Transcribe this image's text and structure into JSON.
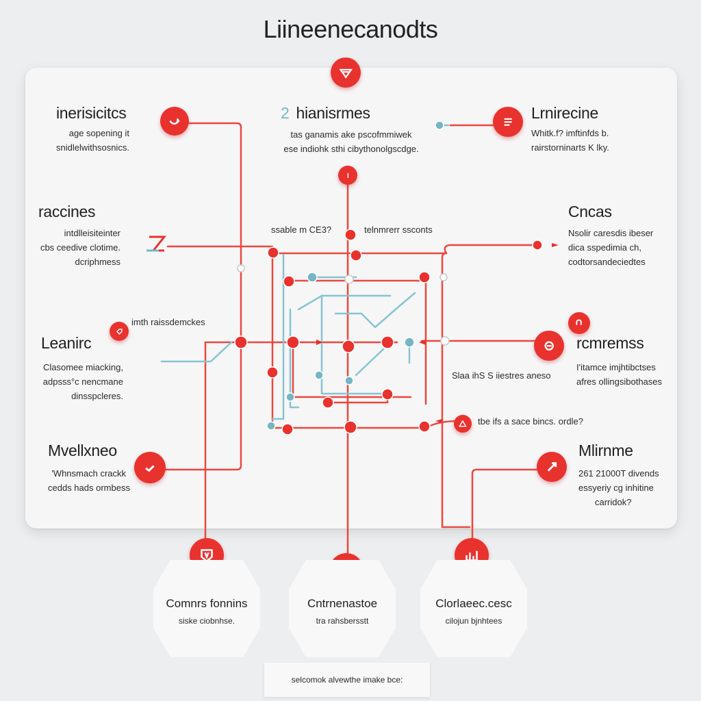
{
  "title": "Liineenecanodts",
  "blocks": {
    "top_left": {
      "heading": "inerisicitcs",
      "lines": [
        "age sopening it",
        "snidlelwithsosnics."
      ]
    },
    "top_center": {
      "number": "2",
      "heading": "hianisrmes",
      "lines": [
        "tas ganamis ake pscofmmiwek",
        "ese indiohk sthi cibythonolgscdge."
      ]
    },
    "top_right": {
      "heading": "Lrnirecine",
      "lines": [
        "Whitk.f? imftinfds b.",
        "rairstorninarts K lky."
      ]
    },
    "mid_left": {
      "heading": "raccines",
      "lines": [
        "intdlleisiteinter",
        "cbs ceedive clotime.",
        "dcriphmess"
      ]
    },
    "mid_right": {
      "heading": "Cncas",
      "lines": [
        "Nsolir caresdis ibeser",
        "dica sspedimia ch,",
        "codtorsandeciedtes"
      ]
    },
    "left3": {
      "heading": "Leanirc",
      "lines": [
        "Clasomee miacking,",
        "adpsss°c nencmane",
        "dinsspcleres."
      ]
    },
    "right3": {
      "heading": "rcmremss",
      "lines": [
        "I'itamce imjhtibctses",
        "afres ollingsibothases"
      ]
    },
    "left4": {
      "heading": "Mvellxneo",
      "lines": [
        "'Whnsmach crackk",
        "cedds hads ormbess"
      ]
    },
    "right4": {
      "heading": "Mlirnme",
      "lines": [
        "261 21000T divends",
        "essyeriy cg inhitine",
        "carridok?"
      ]
    }
  },
  "inner_labels": {
    "center_left": "ssable m CE3?",
    "center_right": "telnmrerr ssconts",
    "left_mid": "imth raissdemckes",
    "right_mid": "Slaa ihS S iiestres aneso",
    "right_bottom": "tbe ifs a sace bincs. ordle?"
  },
  "bottom_cards": [
    {
      "title": "Comnrs fonnins",
      "subtitle": "siske ciobnhse."
    },
    {
      "title": "Cntrnenastoe",
      "subtitle": "tra rahsbersstt"
    },
    {
      "title": "Clorlaeec.cesc",
      "subtitle": "cilojun bjnhtees"
    }
  ],
  "footer": "selcomok alvewthe imake bce:",
  "colors": {
    "accent": "#e8322e",
    "secondary": "#76b6c4",
    "background": "#eceef0",
    "card": "#f6f6f7"
  },
  "icons": [
    "shield-icon",
    "refresh-icon",
    "tag-icon",
    "document-icon",
    "warning-icon",
    "check-icon",
    "arrow-icon",
    "brain-icon",
    "chart-icon"
  ]
}
